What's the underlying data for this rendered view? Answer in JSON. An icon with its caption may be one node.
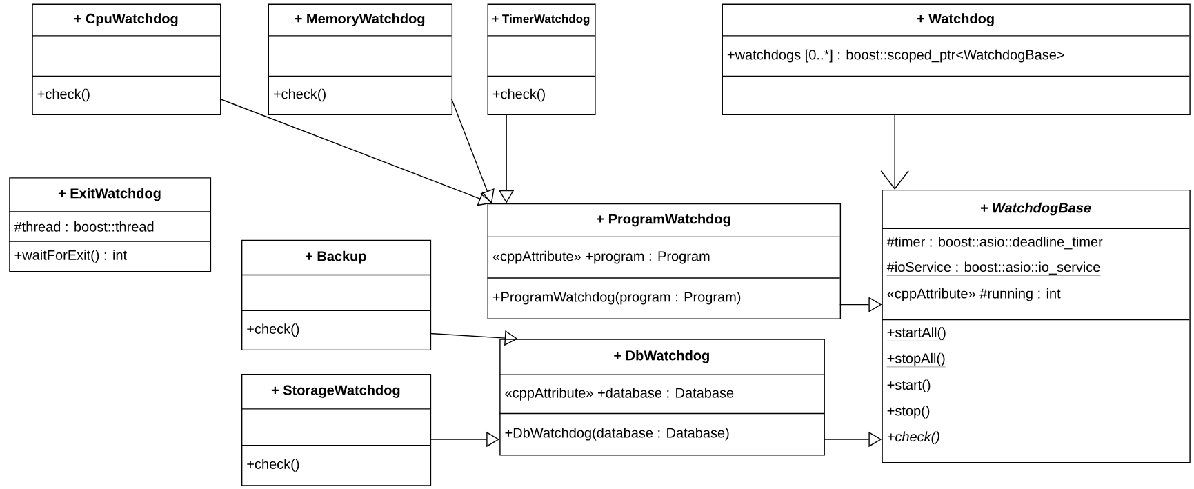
{
  "diagram": {
    "nodes": [
      {
        "text": [
          "+ CpuWatchdog",
          "+check()"
        ]
      },
      {
        "text": [
          "+ MemoryWatchdog",
          "+check()"
        ]
      },
      {
        "text": [
          "+ TimerWatchdog",
          "+check()"
        ]
      },
      {
        "text": [
          "+ Watchdog",
          "+watchdogs [0..*] : boost::scoped_ptr<WatchdogBase>"
        ]
      },
      {
        "text": [
          "+ ExitWatchdog",
          "#thread : boost::thread",
          "+waitForExit() : int"
        ]
      },
      {
        "text": [
          "+ ProgramWatchdog",
          "«cppAttribute» +program : Program",
          "+ProgramWatchdog(program : Program)"
        ]
      },
      {
        "text": [
          "+ Backup",
          "+check()"
        ]
      },
      {
        "text": [
          "+ WatchdogBase",
          "#timer : boost::asio::deadline_timer",
          "#ioService : boost::asio::io_service",
          "«cppAttribute» #running : int",
          "+startAll()",
          "+stopAll()",
          "+start()",
          "+stop()",
          "+check()"
        ]
      },
      {
        "text": [
          "+ DbWatchdog",
          "«cppAttribute» +database : Database",
          "+DbWatchdog(database : Database)"
        ]
      },
      {
        "text": [
          "+ StorageWatchdog",
          "+check()"
        ]
      }
    ],
    "edges": [
      {
        "from": 0,
        "to": 5,
        "arrow": "to"
      },
      {
        "from": 1,
        "to": 5,
        "arrow": "to"
      },
      {
        "from": 2,
        "to": 5,
        "arrow": "to"
      },
      {
        "from": 3,
        "to": 7,
        "arrow": "to"
      },
      {
        "from": 5,
        "to": 7,
        "arrow": "to"
      },
      {
        "from": 6,
        "to": 8,
        "arrow": "to"
      },
      {
        "from": 9,
        "to": 8,
        "arrow": "to"
      },
      {
        "from": 8,
        "to": 7,
        "arrow": "to"
      }
    ]
  }
}
